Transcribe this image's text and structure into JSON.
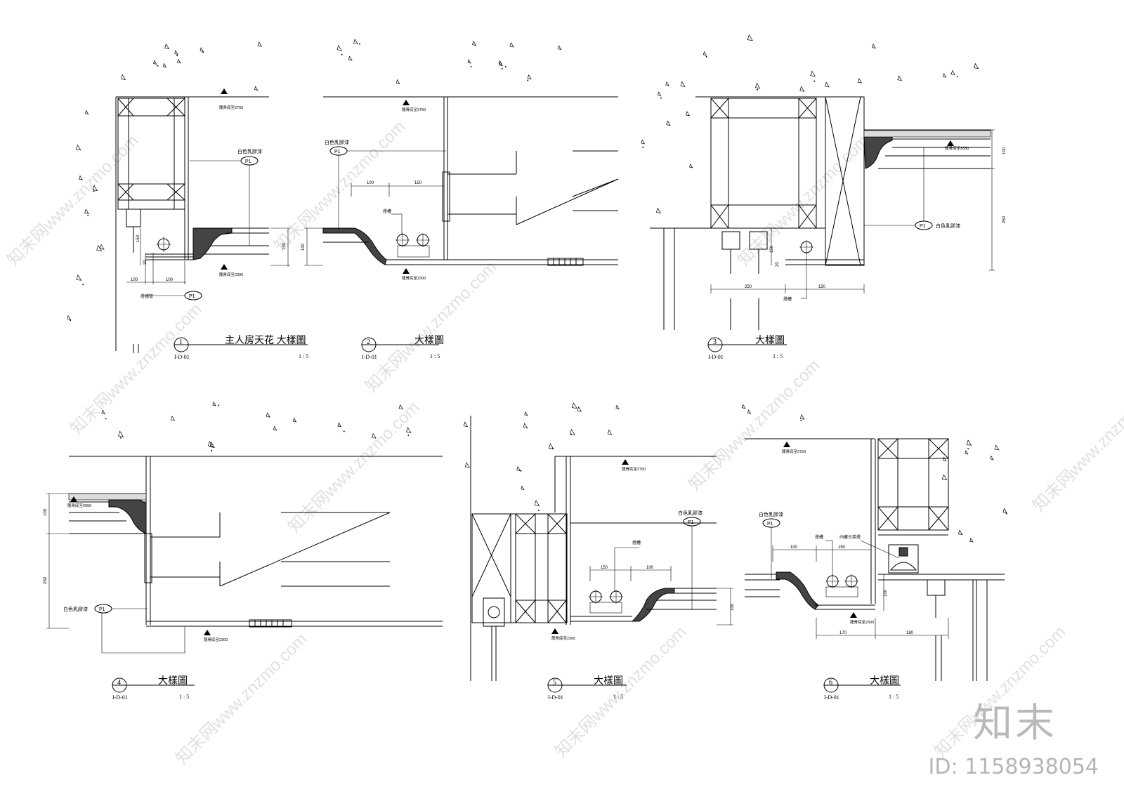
{
  "details": [
    {
      "number": "1",
      "sheet_ref": "I-D-01",
      "title": "主人房天花 大樣圖",
      "scale": "1 : 5",
      "labels": {
        "level_top": "龍骨底至2750",
        "level_bottom": "龍骨底至2300",
        "paint": "白色乳膠漆",
        "tag": "P1",
        "tag2": "P1",
        "note": "燈槽管"
      },
      "dims": [
        "150",
        "20",
        "100",
        "100",
        "100"
      ]
    },
    {
      "number": "2",
      "sheet_ref": "I-D-01",
      "title": "大樣圖",
      "scale": "1 : 5",
      "labels": {
        "level_top": "龍骨底至2750",
        "level_bottom": "龍骨底至2300",
        "paint": "白色乳膠漆",
        "tag": "P1",
        "note": "燈槽"
      },
      "dims": [
        "100",
        "150",
        "100"
      ]
    },
    {
      "number": "3",
      "sheet_ref": "I-D-01",
      "title": "大樣圖",
      "scale": "1 : 5",
      "labels": {
        "level_top": "龍骨底至2650",
        "paint": "白色乳膠漆",
        "tag": "P1",
        "note": "燈槽"
      },
      "dims": [
        "100",
        "250",
        "150",
        "20",
        "250",
        "150"
      ]
    },
    {
      "number": "4",
      "sheet_ref": "I-D-01",
      "title": "大樣圖",
      "scale": "1 : 5",
      "labels": {
        "level_top": "龍骨底至2650",
        "level_bottom": "龍骨底至2300",
        "paint": "白色乳膠漆",
        "tag": "P1"
      },
      "dims": [
        "100",
        "250"
      ]
    },
    {
      "number": "5",
      "sheet_ref": "I-D-01",
      "title": "大樣圖",
      "scale": "1 : 5",
      "labels": {
        "level_top": "龍骨底至2750",
        "level_bottom": "龍骨底至2300",
        "paint": "白色乳膠漆",
        "tag": "P1",
        "note": "燈槽"
      },
      "dims": [
        "150",
        "100",
        "100"
      ]
    },
    {
      "number": "6",
      "sheet_ref": "I-D-01",
      "title": "大樣圖",
      "scale": "1 : 5",
      "labels": {
        "level_top": "龍骨底至2750",
        "level_bottom": "龍骨底至2300",
        "paint": "白色乳膠漆",
        "tag": "P1",
        "note": "燈槽",
        "note2": "內藏台英燈"
      },
      "dims": [
        "100",
        "150",
        "100",
        "170",
        "180"
      ]
    }
  ],
  "watermark": {
    "text": "知末网www.znzmo.com"
  },
  "brand": {
    "logo": "知末",
    "id": "ID: 1158938054"
  }
}
